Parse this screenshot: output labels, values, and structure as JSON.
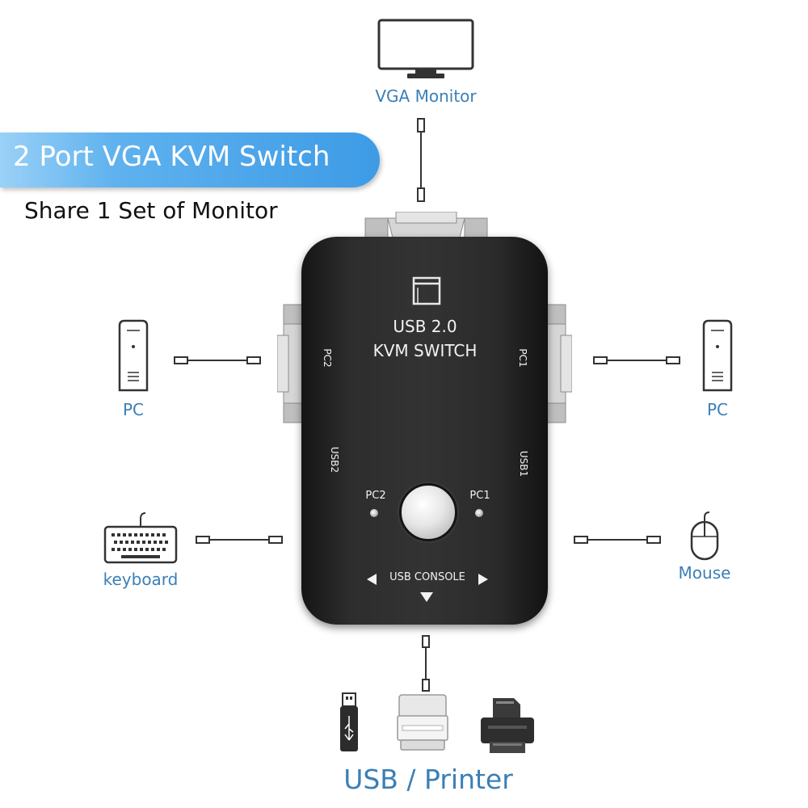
{
  "title": "2 Port VGA KVM Switch",
  "subtitle": "Share 1 Set of Monitor",
  "labels": {
    "monitor": "VGA Monitor",
    "pc_left": "PC",
    "pc_right": "PC",
    "keyboard": "keyboard",
    "mouse": "Mouse",
    "usb_printer": "USB / Printer"
  },
  "device": {
    "line1": "USB 2.0",
    "line2": "KVM SWITCH",
    "port_pc2": "PC2",
    "port_pc1": "PC1",
    "port_usb2": "USB2",
    "port_usb1": "USB1",
    "led_pc2": "PC2",
    "led_pc1": "PC1",
    "console": "USB CONSOLE"
  },
  "colors": {
    "label_blue": "#3b7fb6",
    "banner_blue": "#3d9be6",
    "device_black": "#2d2d2d"
  },
  "icons": [
    "monitor-icon",
    "pc-tower-icon",
    "keyboard-icon",
    "mouse-icon",
    "usb-stick-icon",
    "scanner-icon",
    "printer-icon"
  ]
}
